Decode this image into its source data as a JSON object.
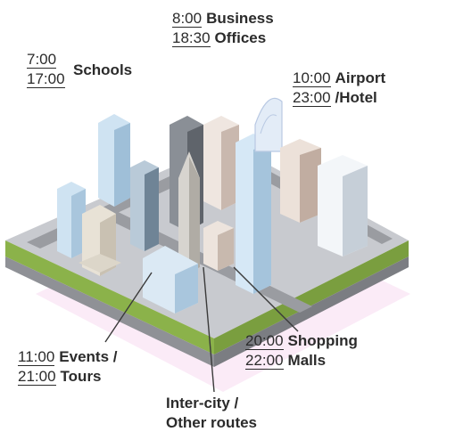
{
  "callouts": {
    "business": {
      "open": "8:00",
      "close": "18:30",
      "line1": "Business",
      "line2": "Offices"
    },
    "schools": {
      "open": "7:00",
      "close": "17:00",
      "line1": "Schools",
      "line2": ""
    },
    "airport": {
      "open": "10:00",
      "close": "23:00",
      "line1": "Airport",
      "line2": "/Hotel"
    },
    "events": {
      "open": "11:00",
      "close": "21:00",
      "line1": "Events /",
      "line2": "Tours"
    },
    "shopping": {
      "open": "20:00",
      "close": "22:00",
      "line1": "Shopping",
      "line2": "Malls"
    },
    "intercity": {
      "open": "",
      "close": "",
      "line1": "Inter-city /",
      "line2": "Other routes"
    }
  },
  "colors": {
    "text": "#2b2b2b",
    "ground": "#c8cacf",
    "grass": "#8bb24a",
    "road": "#9a9ca1",
    "building_glass": "#cfe3f2",
    "building_beige": "#e8e2d6",
    "glow_pink": "#fbe9f6"
  }
}
